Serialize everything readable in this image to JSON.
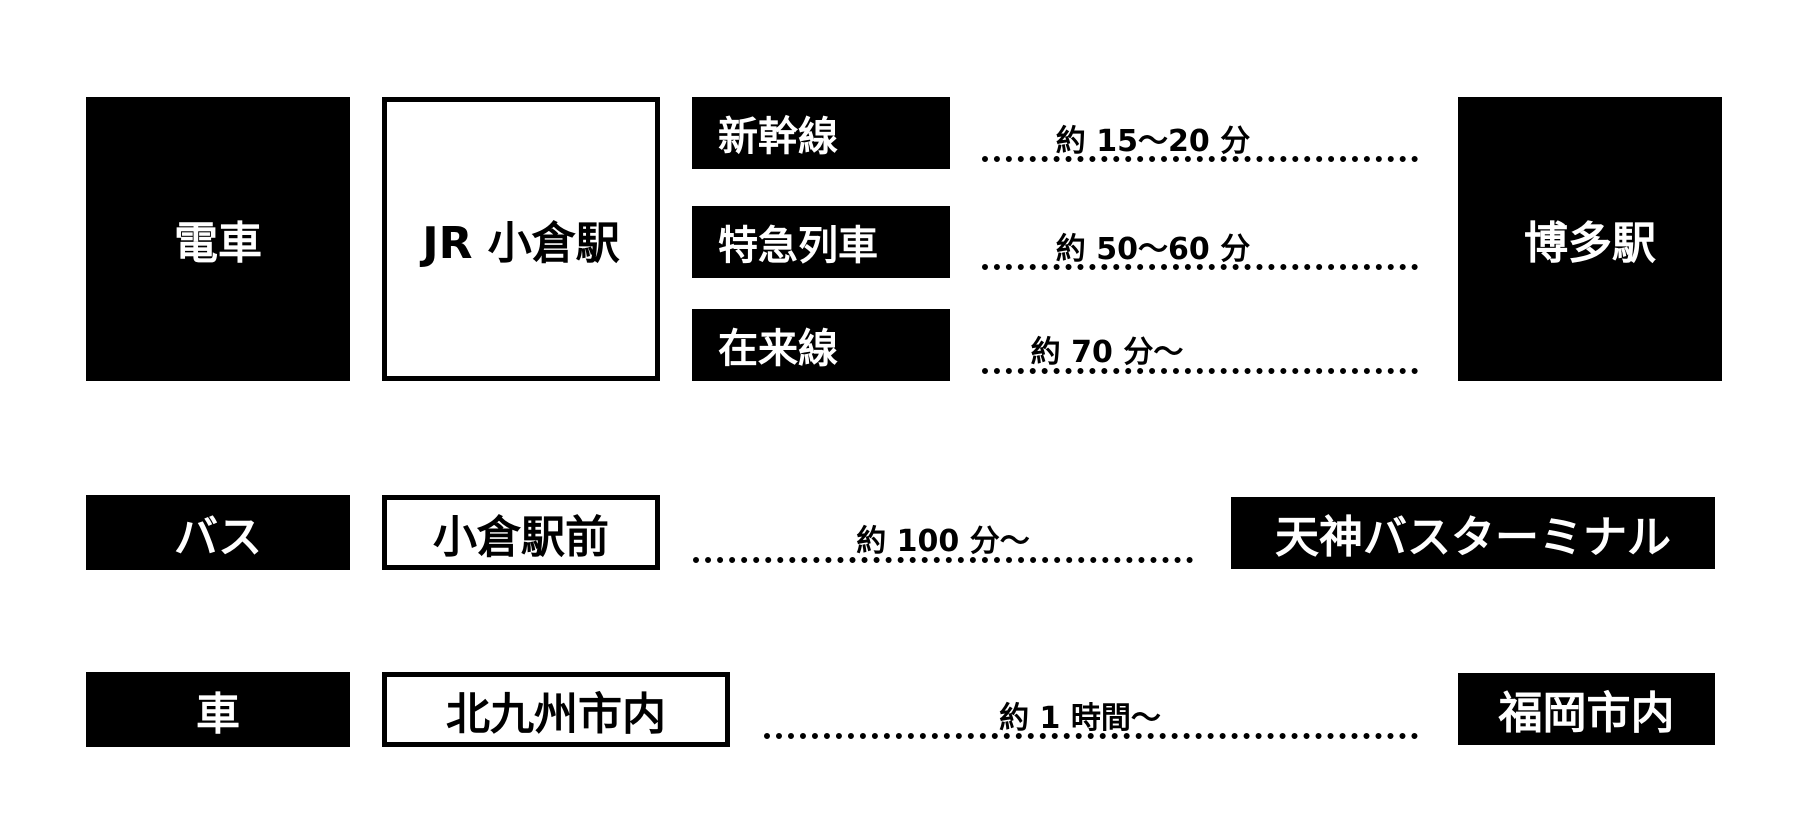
{
  "train": {
    "mode": "電車",
    "origin": "JR 小倉駅",
    "destination": "博多駅",
    "routes": [
      {
        "name": "新幹線",
        "time": "約 15〜20 分"
      },
      {
        "name": "特急列車",
        "time": "約 50〜60 分"
      },
      {
        "name": "在来線",
        "time": "約 70 分〜"
      }
    ]
  },
  "bus": {
    "mode": "バス",
    "origin": "小倉駅前",
    "time": "約 100 分〜",
    "destination": "天神バスターミナル"
  },
  "car": {
    "mode": "車",
    "origin": "北九州市内",
    "time": "約 1 時間〜",
    "destination": "福岡市内"
  }
}
